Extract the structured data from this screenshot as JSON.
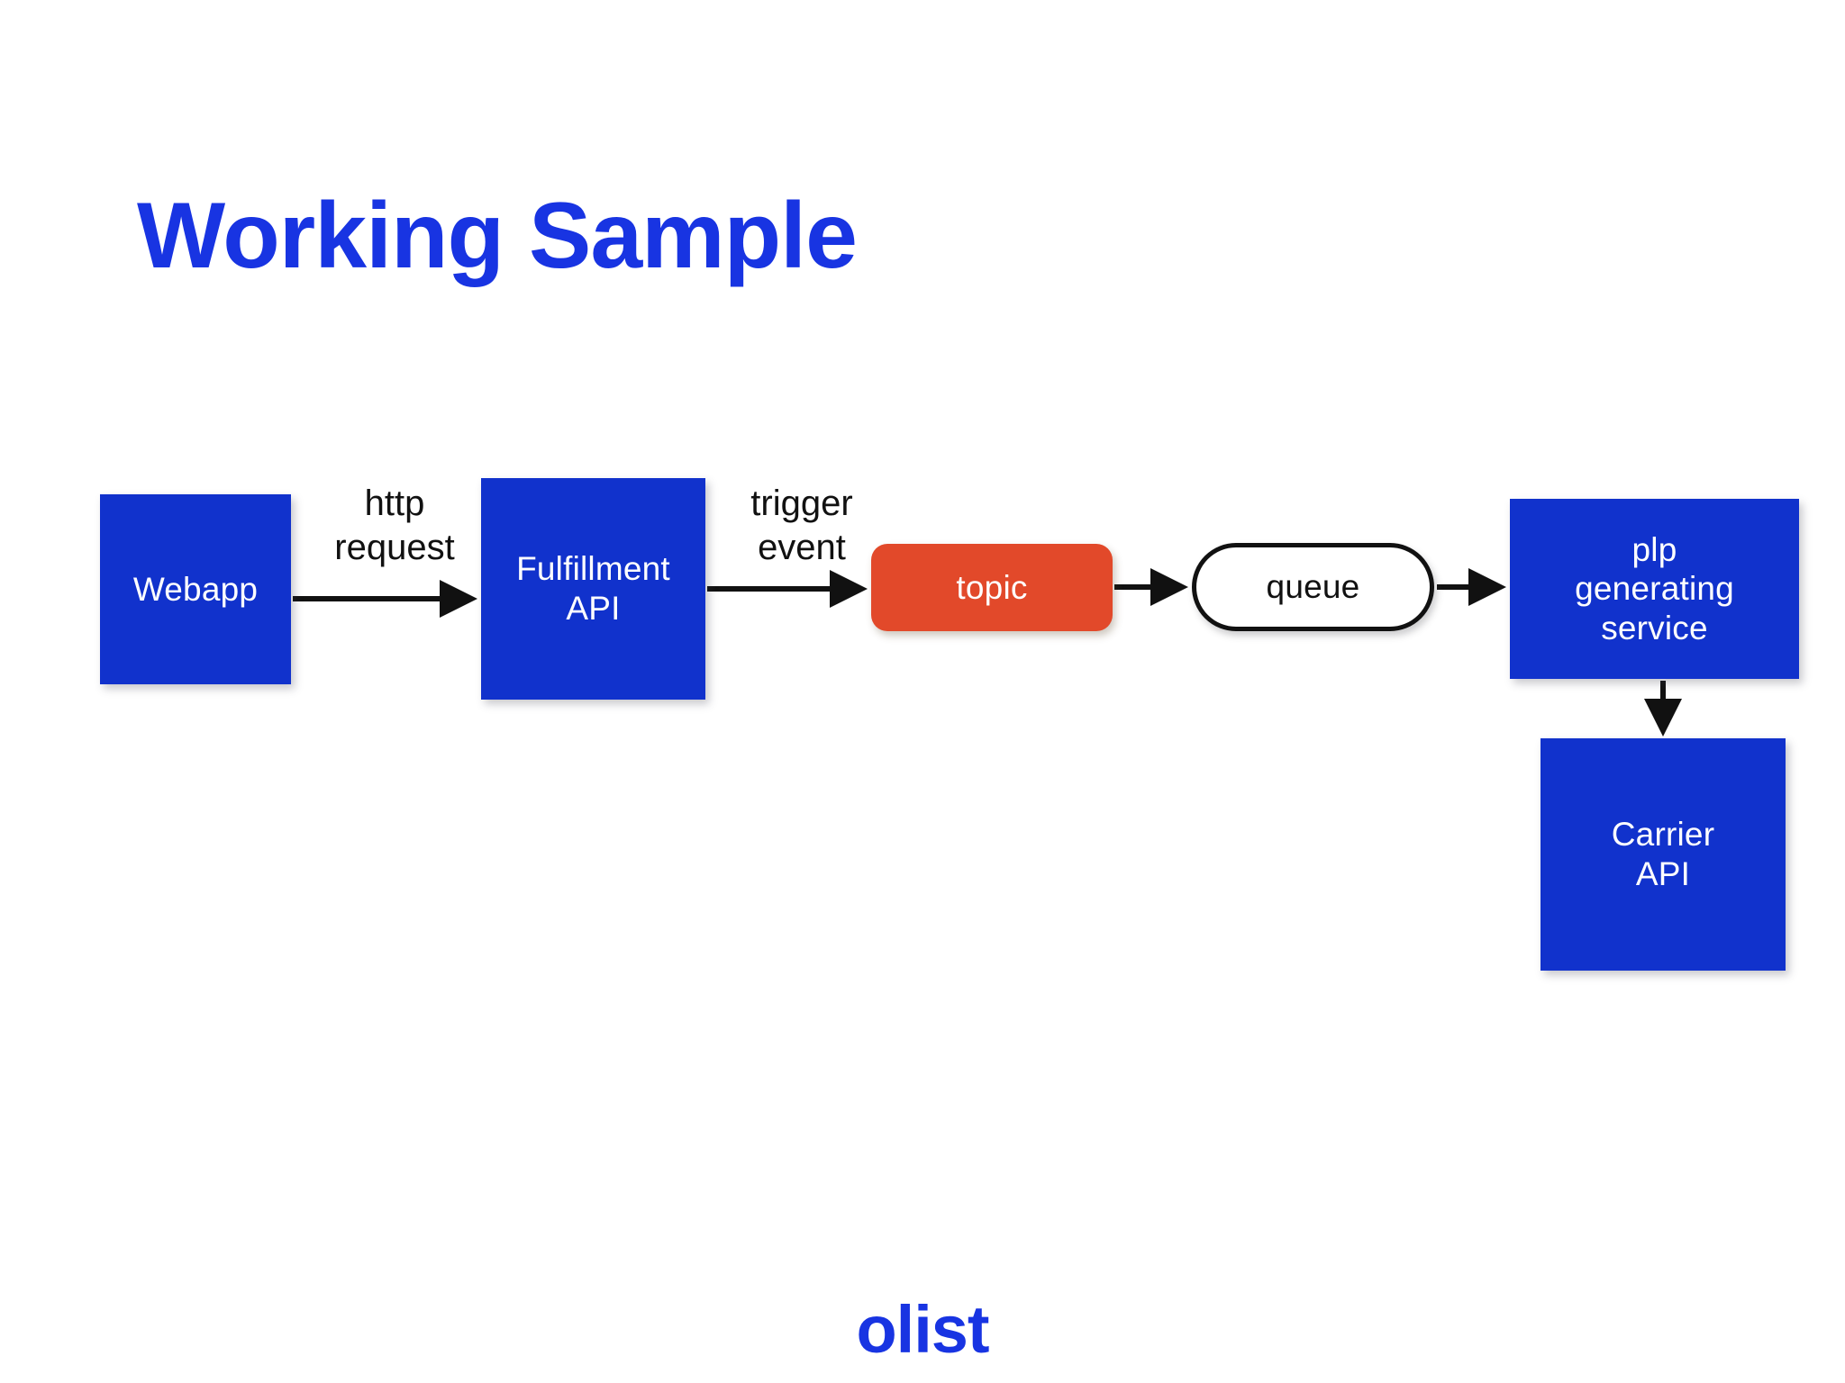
{
  "slide": {
    "title": "Working Sample",
    "background_color": "#ffffff",
    "title_color": "#1834E2",
    "footer_logo": "olist"
  },
  "palette": {
    "brand_blue": "#1834E2",
    "node_blue": "#1132CC",
    "node_orange": "#E2492A",
    "outline_black": "#111111",
    "text_white": "#ffffff",
    "text_black": "#111111"
  },
  "diagram": {
    "type": "flowchart",
    "nodes": [
      {
        "id": "webapp",
        "label": "Webapp",
        "shape": "rectangle",
        "style": "blue"
      },
      {
        "id": "fulfillment",
        "label": "Fulfillment\nAPI",
        "shape": "rectangle",
        "style": "blue"
      },
      {
        "id": "topic",
        "label": "topic",
        "shape": "rounded-rect",
        "style": "orange"
      },
      {
        "id": "queue",
        "label": "queue",
        "shape": "pill",
        "style": "outline"
      },
      {
        "id": "plp",
        "label": "plp\ngenerating\nservice",
        "shape": "rectangle",
        "style": "blue"
      },
      {
        "id": "carrier",
        "label": "Carrier\nAPI",
        "shape": "rectangle",
        "style": "blue"
      }
    ],
    "edges": [
      {
        "from": "webapp",
        "to": "fulfillment",
        "label": "http\nrequest",
        "direction": "right"
      },
      {
        "from": "fulfillment",
        "to": "topic",
        "label": "trigger\nevent",
        "direction": "right"
      },
      {
        "from": "topic",
        "to": "queue",
        "label": "",
        "direction": "right"
      },
      {
        "from": "queue",
        "to": "plp",
        "label": "",
        "direction": "right"
      },
      {
        "from": "plp",
        "to": "carrier",
        "label": "",
        "direction": "down"
      }
    ]
  }
}
